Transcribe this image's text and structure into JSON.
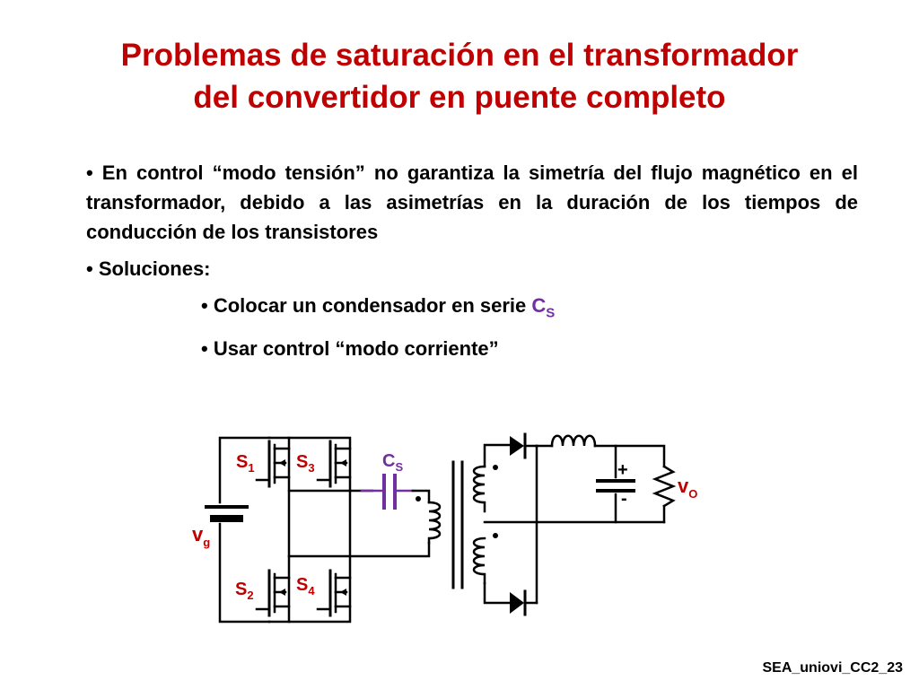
{
  "title": {
    "line1": "Problemas de saturación en el transformador",
    "line2": "del convertidor en puente completo"
  },
  "bullets": {
    "p1": "En control “modo tensión” no garantiza la simetría del flujo magnético en el transformador, debido a las asimetrías en la duración de los tiempos de conducción de los transistores",
    "p2": "Soluciones:",
    "sub1_text": "Colocar un condensador en serie ",
    "sub1_cs": "C",
    "sub1_cs_sub": "S",
    "sub2": "Usar control “modo corriente”"
  },
  "bullet_char": "•",
  "circuit": {
    "s1": "S",
    "s1_sub": "1",
    "s2": "S",
    "s2_sub": "2",
    "s3": "S",
    "s3_sub": "3",
    "s4": "S",
    "s4_sub": "4",
    "cs": "C",
    "cs_sub": "S",
    "vg": "v",
    "vg_sub": "g",
    "vo": "v",
    "vo_sub": "O",
    "dot": "·",
    "cap_plus": "+",
    "cap_minus": "-"
  },
  "colors": {
    "title": "#c00000",
    "labels": "#c00000",
    "accent": "#7030a0"
  },
  "footer": "SEA_uniovi_CC2_23"
}
